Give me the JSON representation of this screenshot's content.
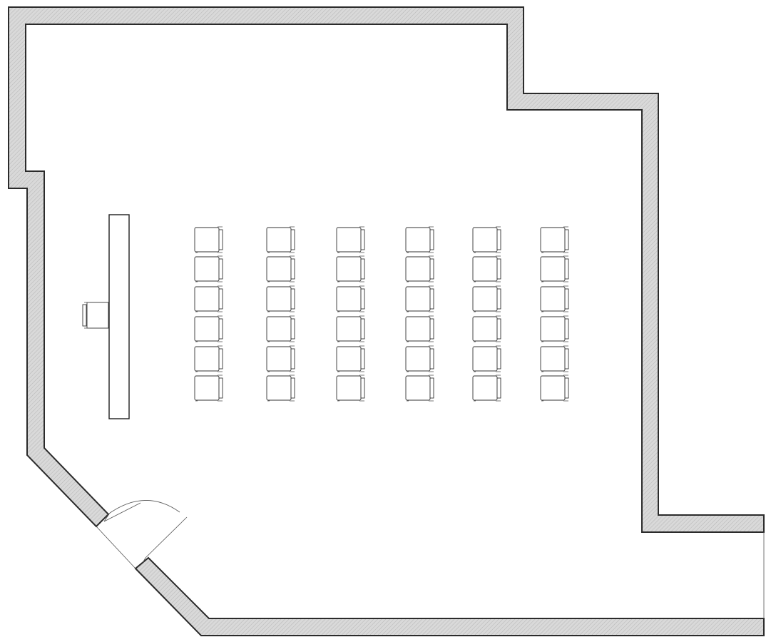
{
  "plan": {
    "colors": {
      "background": "#ffffff",
      "wall_fill": "#d9d9d9",
      "wall_hatch": "#b5b5b5",
      "outline": "#2b2b2b"
    },
    "seating": {
      "columns": 6,
      "rows": 6
    },
    "door": {
      "leaves": 2
    }
  }
}
